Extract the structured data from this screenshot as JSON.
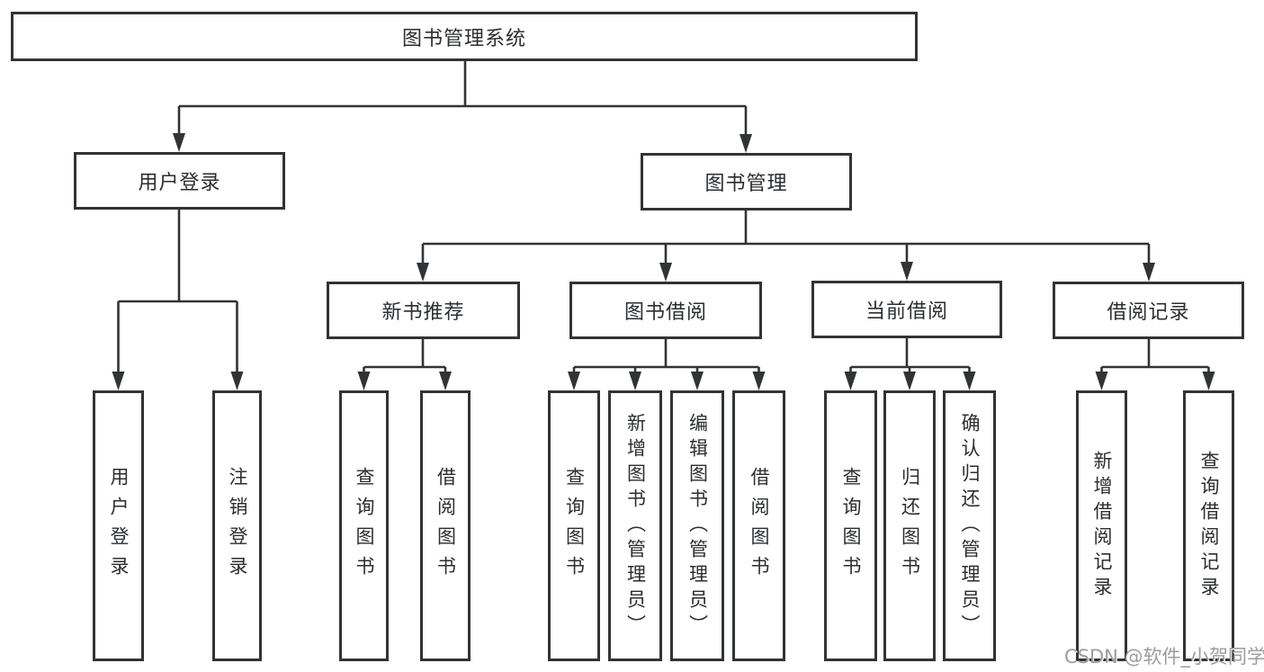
{
  "diagram": {
    "title": "图书管理系统",
    "type": "hierarchy-tree",
    "colors": {
      "background": "#ffffff",
      "line": "#313335",
      "box_border": "#313335",
      "text": "#2b2d2f",
      "watermark": "#9c9c9c"
    },
    "root": {
      "label": "图书管理系统"
    },
    "level2": [
      {
        "label": "用户登录",
        "parent": "图书管理系统"
      },
      {
        "label": "图书管理",
        "parent": "图书管理系统"
      }
    ],
    "level3": [
      {
        "label": "新书推荐",
        "parent": "图书管理"
      },
      {
        "label": "图书借阅",
        "parent": "图书管理"
      },
      {
        "label": "当前借阅",
        "parent": "图书管理"
      },
      {
        "label": "借阅记录",
        "parent": "图书管理"
      }
    ],
    "leaves": [
      {
        "label": "用户登录",
        "parent": "用户登录"
      },
      {
        "label": "注销登录",
        "parent": "用户登录"
      },
      {
        "label": "查询图书",
        "parent": "新书推荐"
      },
      {
        "label": "借阅图书",
        "parent": "新书推荐"
      },
      {
        "label": "查询图书",
        "parent": "图书借阅"
      },
      {
        "label": "新增图书（管理员）",
        "parent": "图书借阅"
      },
      {
        "label": "编辑图书（管理员）",
        "parent": "图书借阅"
      },
      {
        "label": "借阅图书",
        "parent": "图书借阅"
      },
      {
        "label": "查询图书",
        "parent": "当前借阅"
      },
      {
        "label": "归还图书",
        "parent": "当前借阅"
      },
      {
        "label": "确认归还（管理员）",
        "parent": "当前借阅"
      },
      {
        "label": "新增借阅记录",
        "parent": "借阅记录"
      },
      {
        "label": "查询借阅记录",
        "parent": "借阅记录"
      }
    ],
    "watermark": "CSDN @软件_小贺同学"
  }
}
